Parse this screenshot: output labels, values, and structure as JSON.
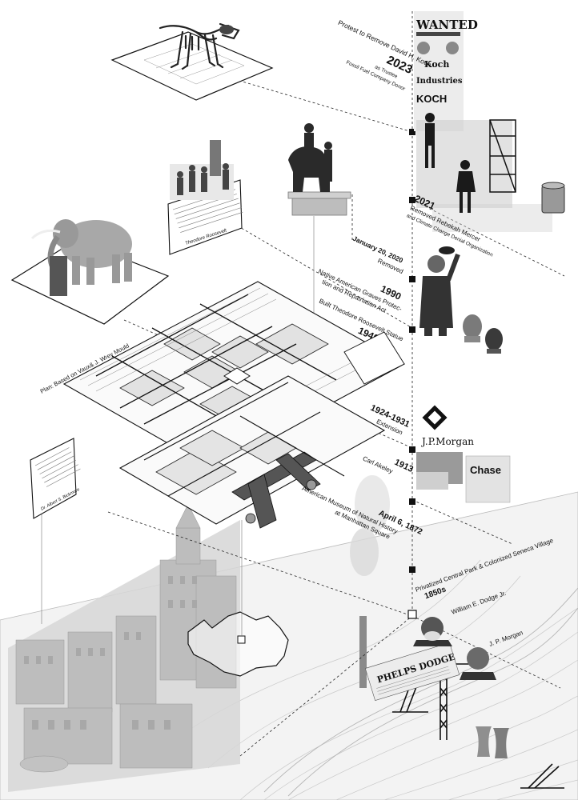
{
  "timeline": {
    "e2023": {
      "year": "2023",
      "line1": "Protest to Remove David H. Koch",
      "line2": "as Trustee",
      "line3": "Fossil Fuel Company Donor"
    },
    "e2021": {
      "year": "2021",
      "line1": "Removed Rebekah Mercer",
      "line2": "and Climate Change Denial Organization"
    },
    "e2020": {
      "year": "January 20, 2020",
      "line1": "Removed"
    },
    "e1990": {
      "year": "1990",
      "line1": "Native American Graves Protec-",
      "line2": "tion and Repatriation Act"
    },
    "e1940": {
      "year": "1940",
      "line1": "Built Theodore Roosevelt Statue"
    },
    "e1924": {
      "year": "1924-1931",
      "line1": "Extension"
    },
    "e1913": {
      "year": "1913",
      "line1": "Carl Akeley"
    },
    "e1872": {
      "year": "April 6, 1872",
      "line1": "American Museum of Natural History",
      "line2": "at Manhattan Square"
    },
    "e1850": {
      "year": "1850s",
      "line1": "Privatized Central Park & Colonized Seneca Village"
    }
  },
  "plan": {
    "caption": "Plan: Based on Vaux& J. Wrey Mould"
  },
  "quote1": {
    "attribution": "Theodore Roosevelt"
  },
  "quote2": {
    "attribution": "Dr. Albert S. Bickmore"
  },
  "people": {
    "dodge": "William E. Dodge Jr.",
    "morgan": "J. P. Morgan"
  },
  "poster": {
    "title": "WANTED",
    "koch": "Koch",
    "industries": "Industries",
    "institute": "KOCH"
  },
  "brand": {
    "jpmorgan": "J.P.Morgan",
    "chase": "Chase"
  },
  "newspaper": {
    "name": "PHELPS DODGE"
  }
}
